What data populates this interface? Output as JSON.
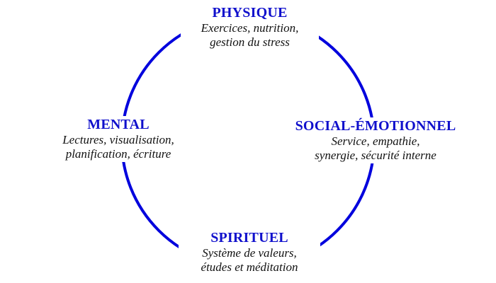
{
  "colors": {
    "circle": "#0000dd",
    "title": "#1010cc",
    "text": "#111111"
  },
  "nodes": {
    "physique": {
      "title": "PHYSIQUE",
      "line1": "Exercices, nutrition,",
      "line2": "gestion du stress"
    },
    "mental": {
      "title": "MENTAL",
      "line1": "Lectures, visualisation,",
      "line2": "planification, écriture"
    },
    "social": {
      "title": "SOCIAL-ÉMOTIONNEL",
      "line1": "Service, empathie,",
      "line2": "synergie, sécurité interne"
    },
    "spirituel": {
      "title": "SPIRITUEL",
      "line1": "Système de valeurs,",
      "line2": "études et méditation"
    }
  }
}
